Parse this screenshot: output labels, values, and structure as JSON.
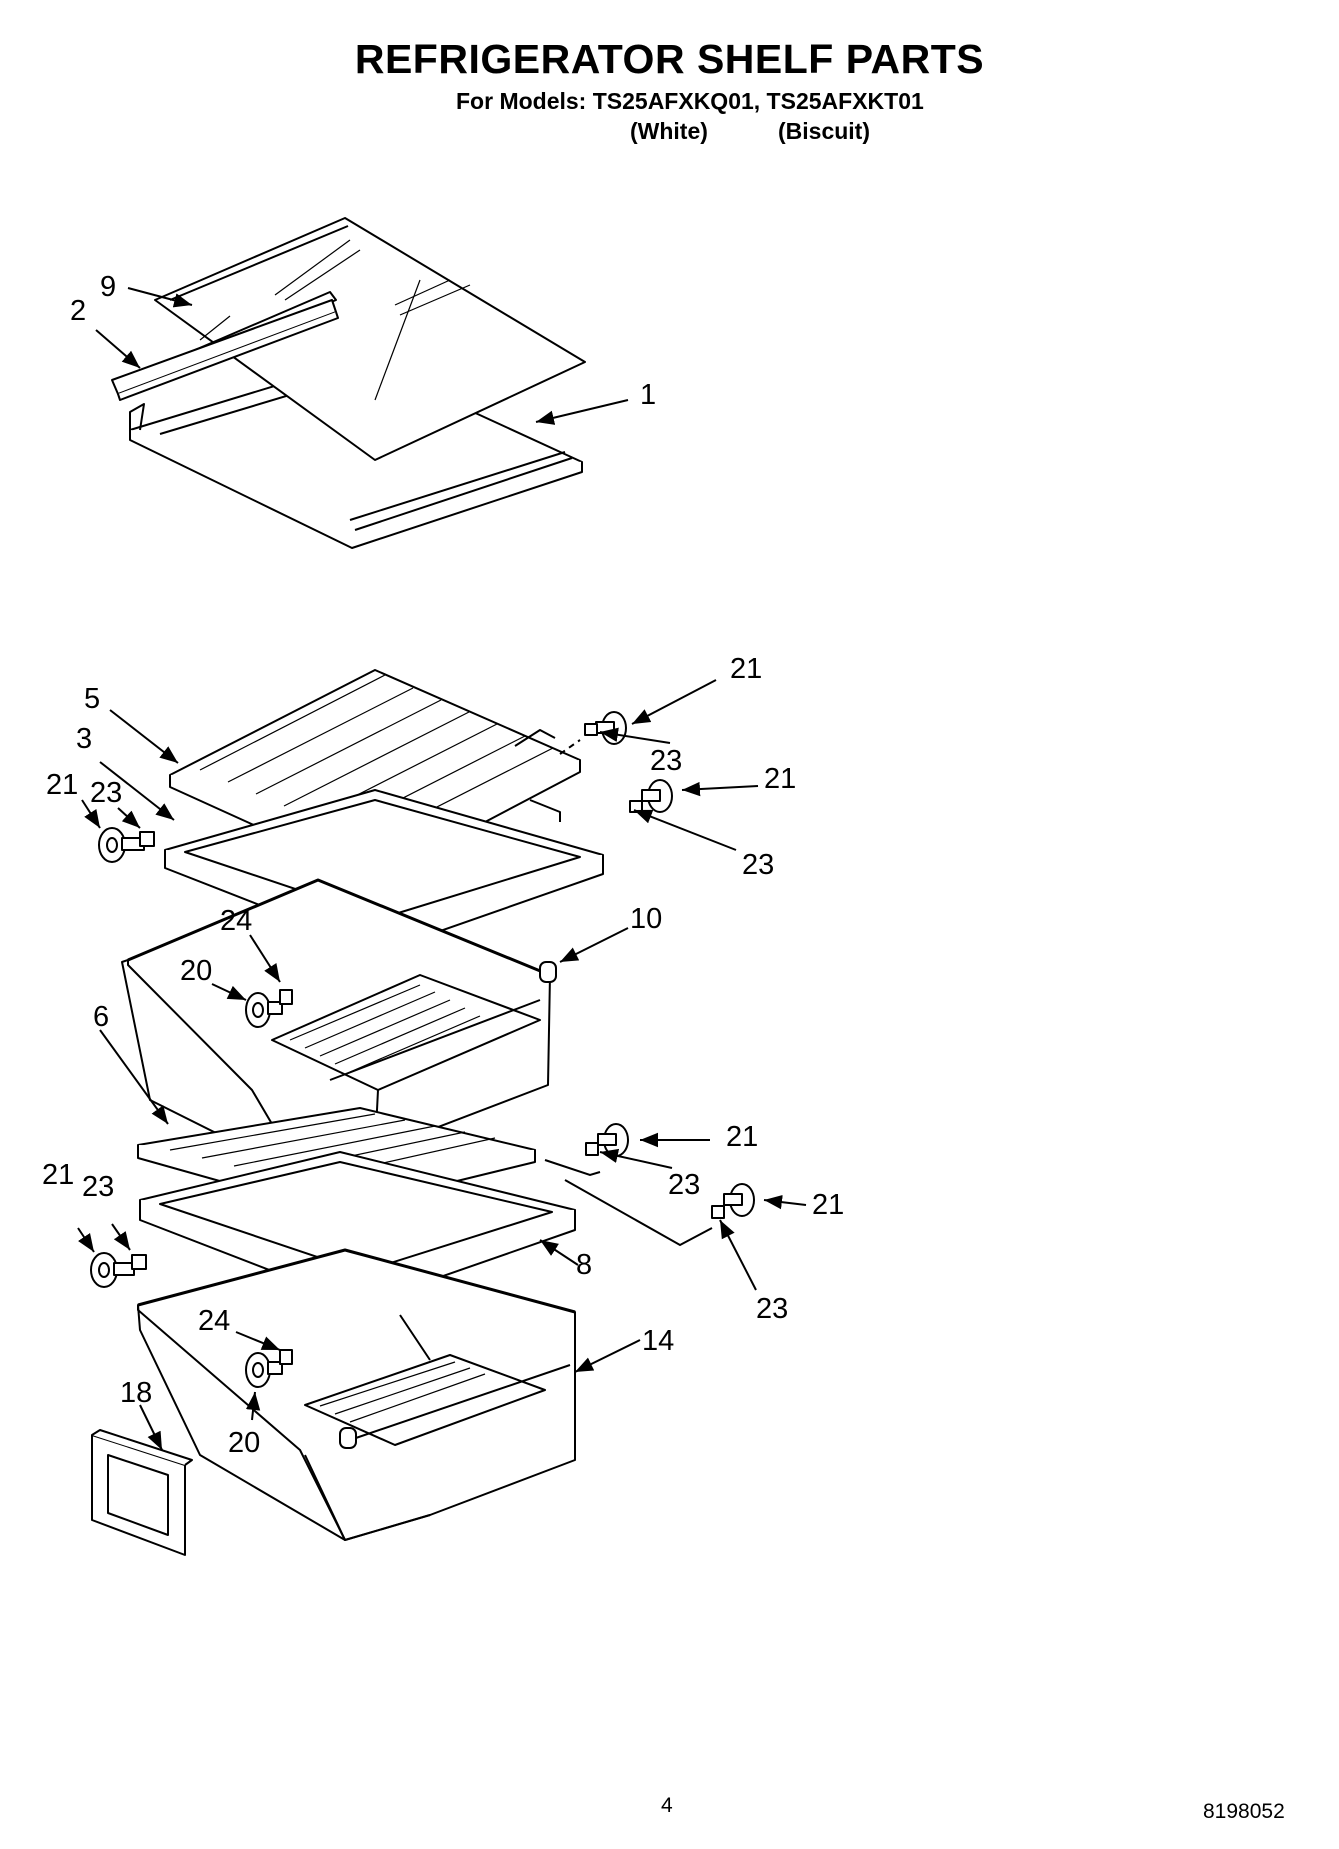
{
  "header": {
    "title": "REFRIGERATOR SHELF PARTS",
    "models": "For Models: TS25AFXKQ01, TS25AFXKT01",
    "finish_white": "(White)",
    "finish_biscuit": "(Biscuit)"
  },
  "callouts": {
    "c9": "9",
    "c2": "2",
    "c1": "1",
    "c5": "5",
    "c3": "3",
    "c21_upper_left": "21",
    "c23_upper_left": "23",
    "c21_upper_right_a": "21",
    "c23_upper_right_a": "23",
    "c21_upper_right_b": "21",
    "c23_upper_right_b": "23",
    "c24_upper": "24",
    "c20_upper": "20",
    "c10": "10",
    "c6": "6",
    "c21_lower_right_a": "21",
    "c23_lower_right_a": "23",
    "c21_lower_right_b": "21",
    "c23_lower_right_b": "23",
    "c21_lower_left": "21",
    "c23_lower_left": "23",
    "c8": "8",
    "c24_lower": "24",
    "c14": "14",
    "c18": "18",
    "c20_lower": "20"
  },
  "footer": {
    "page_number": "4",
    "document_number": "8198052"
  }
}
